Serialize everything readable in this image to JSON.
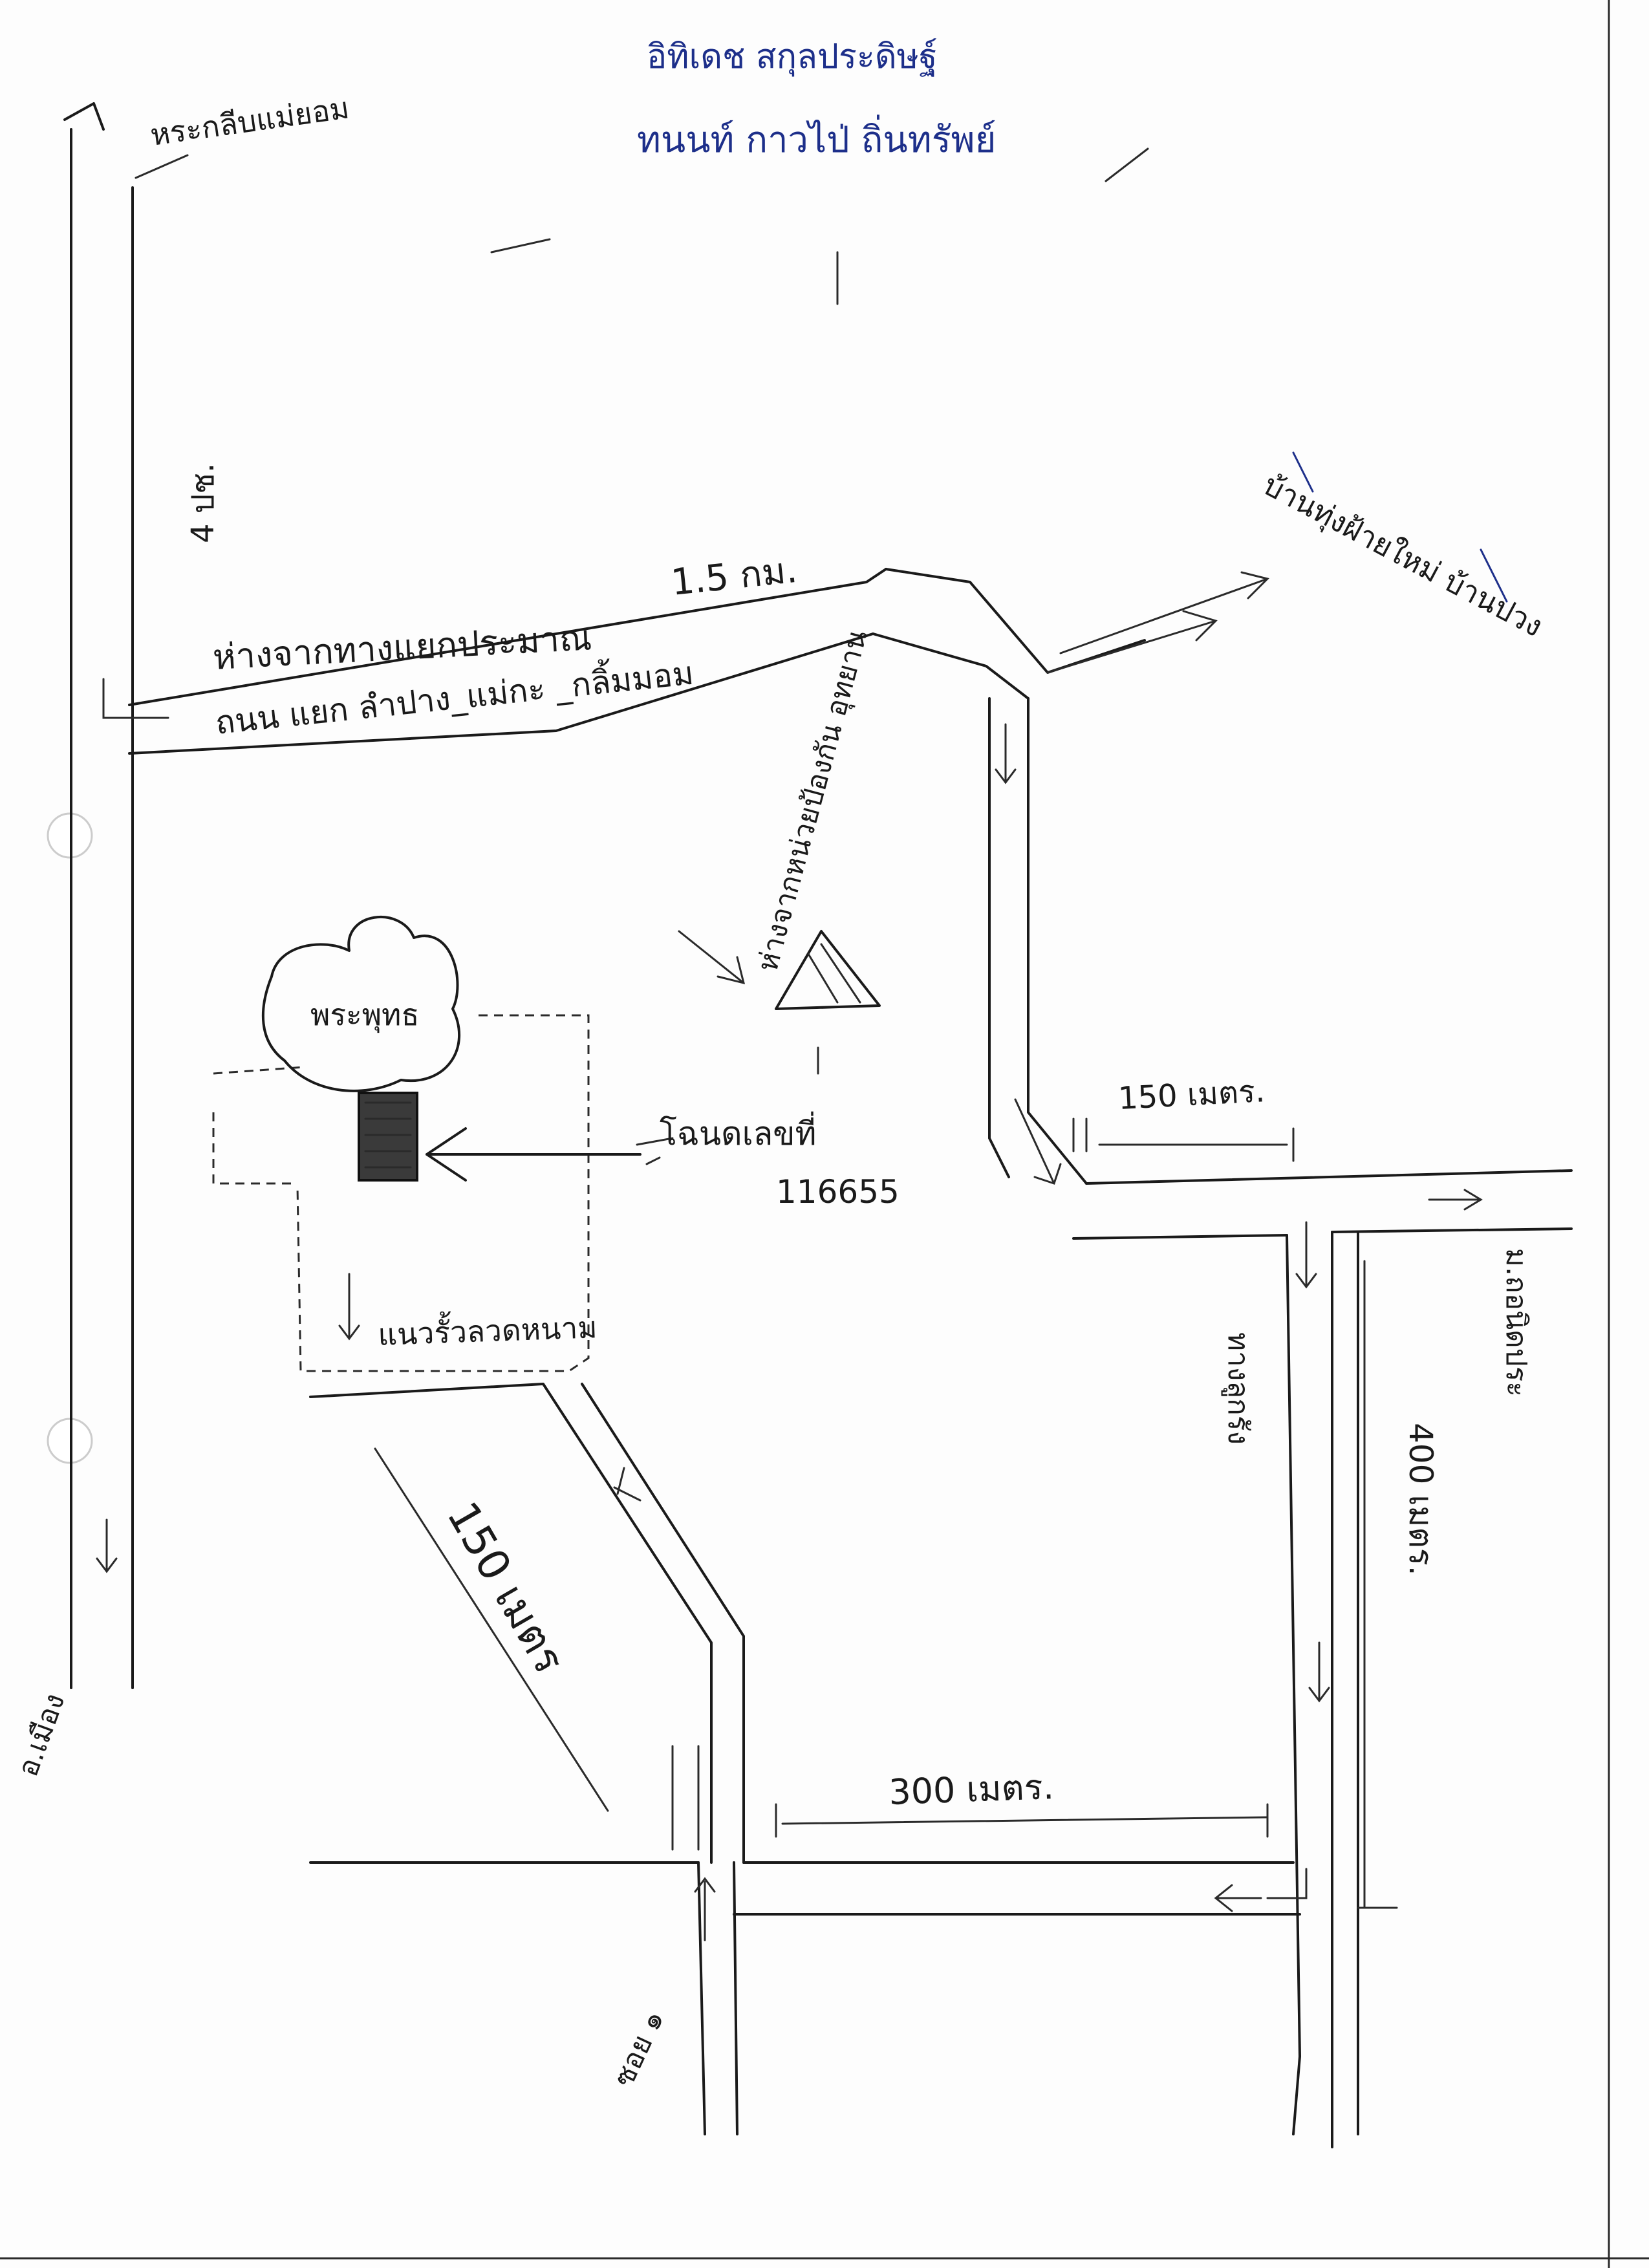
{
  "header": {
    "line1": "อิทิเดช สกุลประดิษฐ์",
    "line2": "ทนนท์ กาวไป่ ถิ่นทรัพย์"
  },
  "labels": {
    "top_left_village": "หระกลีบแม่ยอม",
    "left_vertical_road": "4 ปช.",
    "distance_main": "1.5 กม.",
    "from_junction": "ห่างจากทางแยกประมาณ",
    "main_road": "ถนน แยก ลำปาง_แม่กะ _กลิ้มมอม",
    "top_right_destination": "บ้านทุ่งฝ้ายใหม่ บ้านปวง",
    "forest_office": "ห่างจากหน่วยป้องกัน อุทยาน",
    "temple": "พระพุทธ",
    "deed_arrow": "โฉนดเลขที่",
    "deed_number": "116655",
    "south_note": "แนวรั้วลวดหนาม",
    "dist_150_top": "150 เมตร.",
    "dist_150_diag": "150 เมตร",
    "dist_300": "300 เมตร.",
    "dist_400": "400 เมตร.",
    "village_road_right": "ม.ถอนิดประ",
    "canal_right": "ทางลูกรัง",
    "bottom_left": "อ.เมือง",
    "bottom_road": "ซอย ๑"
  }
}
